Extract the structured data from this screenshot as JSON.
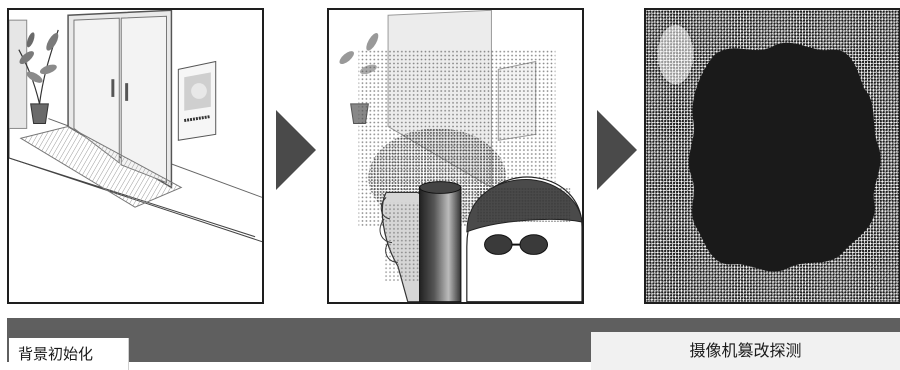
{
  "captions": {
    "left": "背景初始化",
    "right": "摄像机篡改探测"
  },
  "colors": {
    "frame": "#1e1e1e",
    "arrow": "#4a4a4a",
    "bar": "#5f5f5f",
    "label_bg": "#f1f1f1",
    "blob": "#1a1a1a"
  },
  "panels": [
    {
      "name": "entrance-scene"
    },
    {
      "name": "hand-covering-camera-scene"
    },
    {
      "name": "obscured-view-scene"
    }
  ],
  "icons": [
    "right-arrow-icon",
    "right-arrow-icon"
  ]
}
